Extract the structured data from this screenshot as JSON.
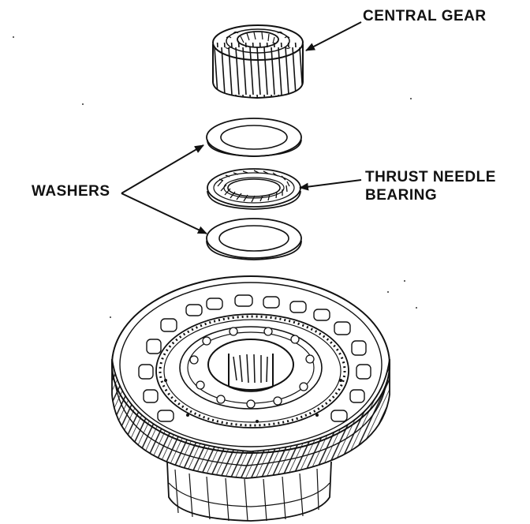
{
  "labels": {
    "central_gear": "CENTRAL GEAR",
    "washers": "WASHERS",
    "thrust_line1": "THRUST NEEDLE",
    "thrust_line2": "BEARING"
  },
  "colors": {
    "ink": "#111111",
    "paper": "#ffffff"
  }
}
